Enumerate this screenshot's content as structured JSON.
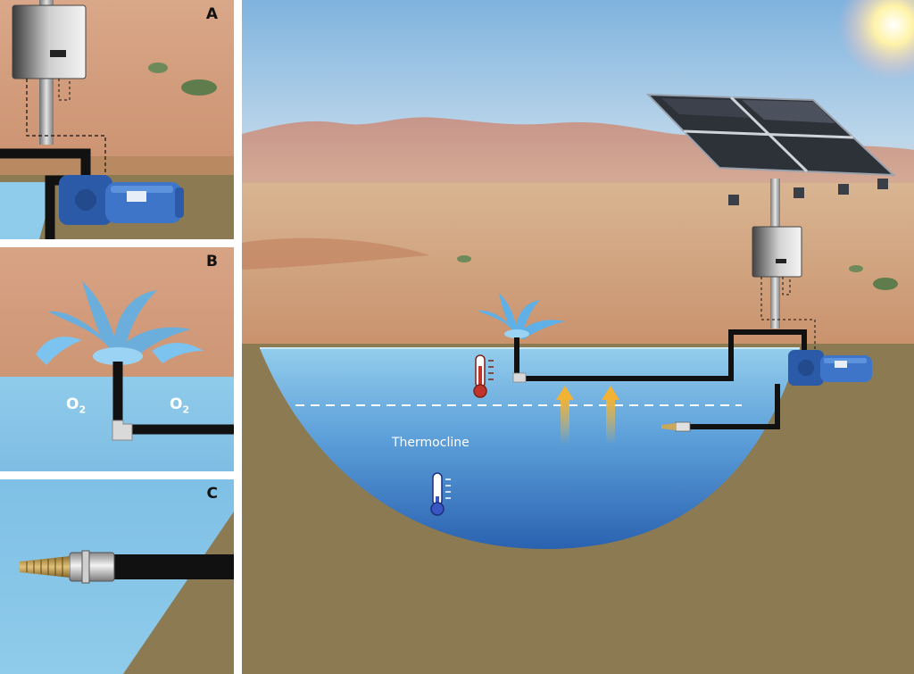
{
  "panels": {
    "a": {
      "letter": "A"
    },
    "b": {
      "letter": "B",
      "gas_symbol": "O",
      "gas_subscript": "2"
    },
    "c": {
      "letter": "C"
    }
  },
  "main": {
    "thermocline_label": "Thermocline"
  },
  "icons": {
    "warm_thermometer": "thermometer-warm-icon",
    "cold_thermometer": "thermometer-cold-icon",
    "sun": "sun-icon",
    "solar_panel": "solar-panel-icon",
    "controller": "controller-box-icon",
    "pump": "pump-icon",
    "fountain": "fountain-icon",
    "intake_nozzle": "intake-nozzle-icon",
    "upwelling_arrows": "up-arrow-icon"
  },
  "colors": {
    "water_surface": "#8fcbea",
    "water_deep": "#2f6db5",
    "soil": "#8c7a52",
    "pipe": "#111111",
    "pump_blue": "#2b5aa8",
    "warm_arrow": "#f2b233",
    "thermometer_warm": "#c0342b",
    "thermometer_cold": "#3a56c4"
  }
}
